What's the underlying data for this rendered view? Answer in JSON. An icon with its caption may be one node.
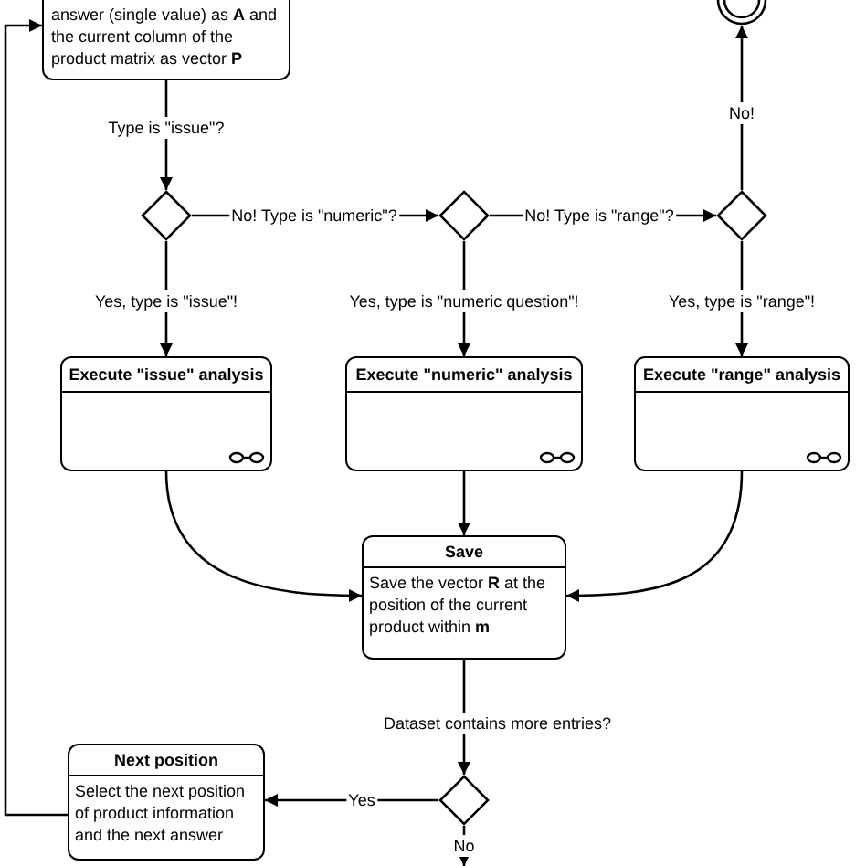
{
  "diagram": {
    "nodes": [
      {
        "text": [
          "answer (single value) as **A** and the current column of the product matrix as vector **P**"
        ]
      },
      {
        "text": [],
        "shape": "circle"
      },
      {
        "text": [],
        "shape": "diamond"
      },
      {
        "text": [],
        "shape": "diamond"
      },
      {
        "text": [],
        "shape": "diamond"
      },
      {
        "text": [
          "Execute \"issue\" analysis"
        ]
      },
      {
        "text": [
          "Execute \"numeric\" analysis"
        ]
      },
      {
        "text": [
          "Execute \"range\" analysis"
        ]
      },
      {
        "text": [
          "Save",
          "Save the vector **R** at the position of the current product within **m**"
        ]
      },
      {
        "text": [],
        "shape": "diamond"
      },
      {
        "text": [
          "Next position",
          "Select the next position of product information and the next answer"
        ]
      }
    ],
    "edges": [
      {
        "from": 0,
        "to": 2,
        "arrow": "to",
        "label": "Type is \"issue\"?"
      },
      {
        "from": 2,
        "to": 3,
        "arrow": "to",
        "label": "No! Type is \"numeric\"?"
      },
      {
        "from": 3,
        "to": 4,
        "arrow": "to",
        "label": "No! Type is \"range\"?"
      },
      {
        "from": 4,
        "to": 1,
        "arrow": "to",
        "label": "No!"
      },
      {
        "from": 2,
        "to": 5,
        "arrow": "to",
        "label": "Yes, type is \"issue\"!"
      },
      {
        "from": 3,
        "to": 6,
        "arrow": "to",
        "label": "Yes, type is \"numeric question\"!"
      },
      {
        "from": 4,
        "to": 7,
        "arrow": "to",
        "label": "Yes, type is \"range\"!"
      },
      {
        "from": 5,
        "to": 8,
        "arrow": "to"
      },
      {
        "from": 6,
        "to": 8,
        "arrow": "to"
      },
      {
        "from": 7,
        "to": 8,
        "arrow": "to"
      },
      {
        "from": 8,
        "to": 9,
        "arrow": "to",
        "label": "Dataset contains more entries?"
      },
      {
        "from": 9,
        "to": 10,
        "arrow": "to",
        "label": "Yes"
      },
      {
        "from": 9,
        "to": null,
        "arrow": "to",
        "label": "No"
      },
      {
        "from": 10,
        "to": 0,
        "arrow": "to"
      }
    ]
  }
}
